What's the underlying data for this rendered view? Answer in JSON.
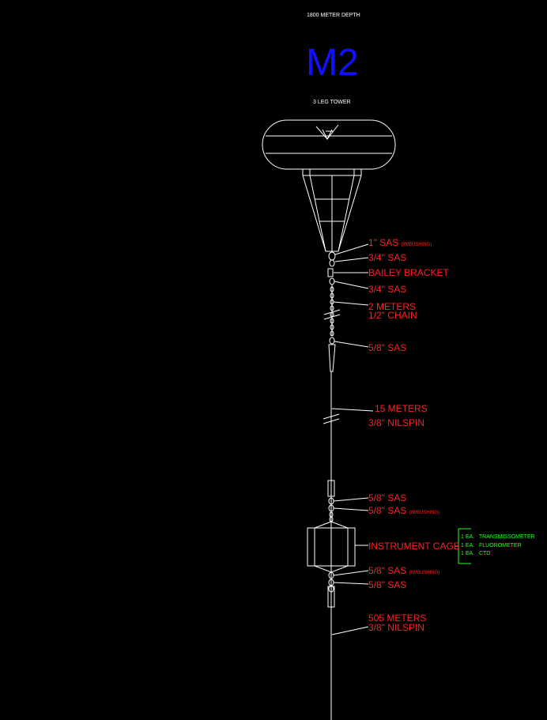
{
  "header": {
    "depth": "1800 METER DEPTH",
    "mooring_id": "M2",
    "buoy_type": "3 LEG TOWER"
  },
  "callouts": {
    "sas_1_in": "1\" SAS",
    "sas_1_in_note": "(W/BUSHING)",
    "sas_3_4_upper": "3/4\" SAS",
    "bailey_bracket": "BAILEY BRACKET",
    "sas_3_4_lower": "3/4\" SAS",
    "chain_length": "2 METERS",
    "chain_type": "1/2\" CHAIN",
    "sas_5_8_a": "5/8\" SAS",
    "nilspin_15_length": "15 METERS",
    "nilspin_15_type": "3/8\" NILSPIN",
    "sas_5_8_b": "5/8\" SAS",
    "sas_5_8_c": "5/8\" SAS",
    "sas_5_8_c_note": "(W/BUSHING)",
    "instrument_cage": "INSTRUMENT CAGE",
    "sas_5_8_d": "5/8\" SAS",
    "sas_5_8_d_note": "(W/BUSHING)",
    "sas_5_8_e": "5/8\" SAS",
    "nilspin_505_length": "505 METERS",
    "nilspin_505_type": "3/8\" NILSPIN"
  },
  "instruments": [
    {
      "qty": "1 EA.",
      "name": "TRANSMISSOMETER"
    },
    {
      "qty": "1 EA.",
      "name": "FLUOROMETER"
    },
    {
      "qty": "1 EA.",
      "name": "CTD"
    }
  ],
  "colors": {
    "background": "#000000",
    "drawing": "#ffffff",
    "callout": "#ff2020",
    "instrument_list": "#22ff22",
    "title": "#1010ff"
  }
}
